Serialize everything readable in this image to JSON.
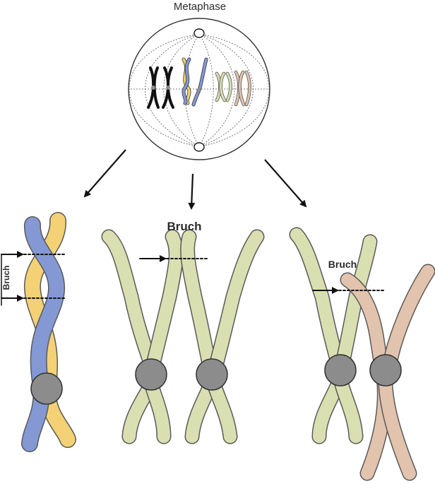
{
  "title": "Metaphase",
  "labels": {
    "break_left": "Bruch",
    "break_middle": "Bruch",
    "break_right": "Bruch"
  },
  "colors": {
    "blue": "#8498d4",
    "yellow": "#f3d174",
    "green": "#dadfb2",
    "pink": "#e2c3ad",
    "centromere": "#8c8c8c",
    "outline": "#5a5a5a",
    "black": "#111111"
  }
}
